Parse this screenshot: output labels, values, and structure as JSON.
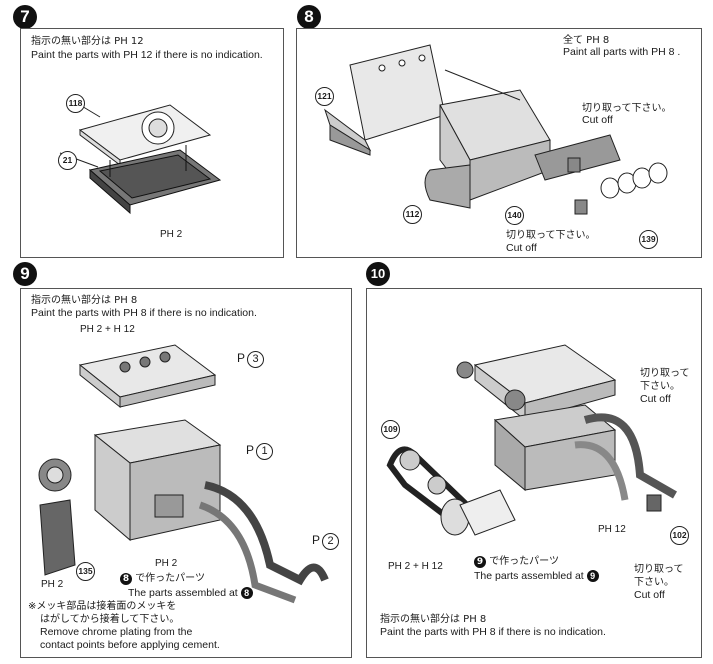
{
  "step7": {
    "number": "7",
    "note_jp": "指示の無い部分は PH 12",
    "note_en": "Paint the parts with PH 12 if there is no indication.",
    "part_118": "118",
    "part_21": "21",
    "paint_tag": "PH 2"
  },
  "step8": {
    "number": "8",
    "note_jp": "全て PH 8",
    "note_en": "Paint all parts with PH 8 .",
    "cut_jp_1": "切り取って下さい。",
    "cut_en_1": "Cut off",
    "cut_jp_2": "切り取って下さい。",
    "cut_en_2": "Cut off",
    "part_121": "121",
    "part_112": "112",
    "part_140": "140",
    "part_139": "139"
  },
  "step9": {
    "number": "9",
    "note_jp": "指示の無い部分は PH 8",
    "note_en": "Paint the parts with PH 8 if there is no indication.",
    "tag_top": "PH 2 + H 12",
    "p3_label": "P",
    "p3_num": "3",
    "p1_label": "P",
    "p1_num": "1",
    "p2_label": "P",
    "p2_num": "2",
    "part_135": "135",
    "tag_135": "PH 2",
    "tag_mid": "PH 2",
    "made_ref": "8",
    "made_jp": "で作ったパーツ",
    "made_en": "The parts assembled at",
    "made_en_ref": "8",
    "warn_jp_1": "※メッキ部品は接着面のメッキを",
    "warn_jp_2": "はがしてから接着して下さい。",
    "warn_en_1": "Remove chrome plating from the",
    "warn_en_2": "contact points before applying cement."
  },
  "step10": {
    "number": "10",
    "cut_jp_1a": "切り取って",
    "cut_jp_1b": "下さい。",
    "cut_en_1": "Cut off",
    "cut_jp_2a": "切り取って",
    "cut_jp_2b": "下さい。",
    "cut_en_2": "Cut off",
    "part_109": "109",
    "part_102": "102",
    "tag_belt": "PH 2 + H 12",
    "tag_102": "PH 12",
    "made_ref": "9",
    "made_jp": "で作ったパーツ",
    "made_en": "The parts assembled at",
    "made_en_ref": "9",
    "note_jp": "指示の無い部分は PH 8",
    "note_en": "Paint the parts with PH 8 if there is no indication."
  }
}
